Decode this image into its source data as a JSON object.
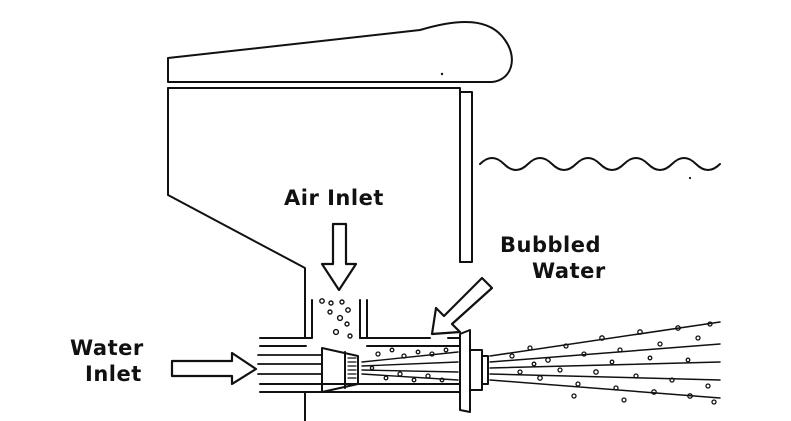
{
  "labels": {
    "air_inlet": "Air Inlet",
    "bubbled_water_line1": "Bubbled",
    "bubbled_water_line2": "Water",
    "water_inlet_line1": "Water",
    "water_inlet_line2": "Inlet"
  },
  "colors": {
    "stroke": "#111111",
    "background": "#ffffff"
  }
}
